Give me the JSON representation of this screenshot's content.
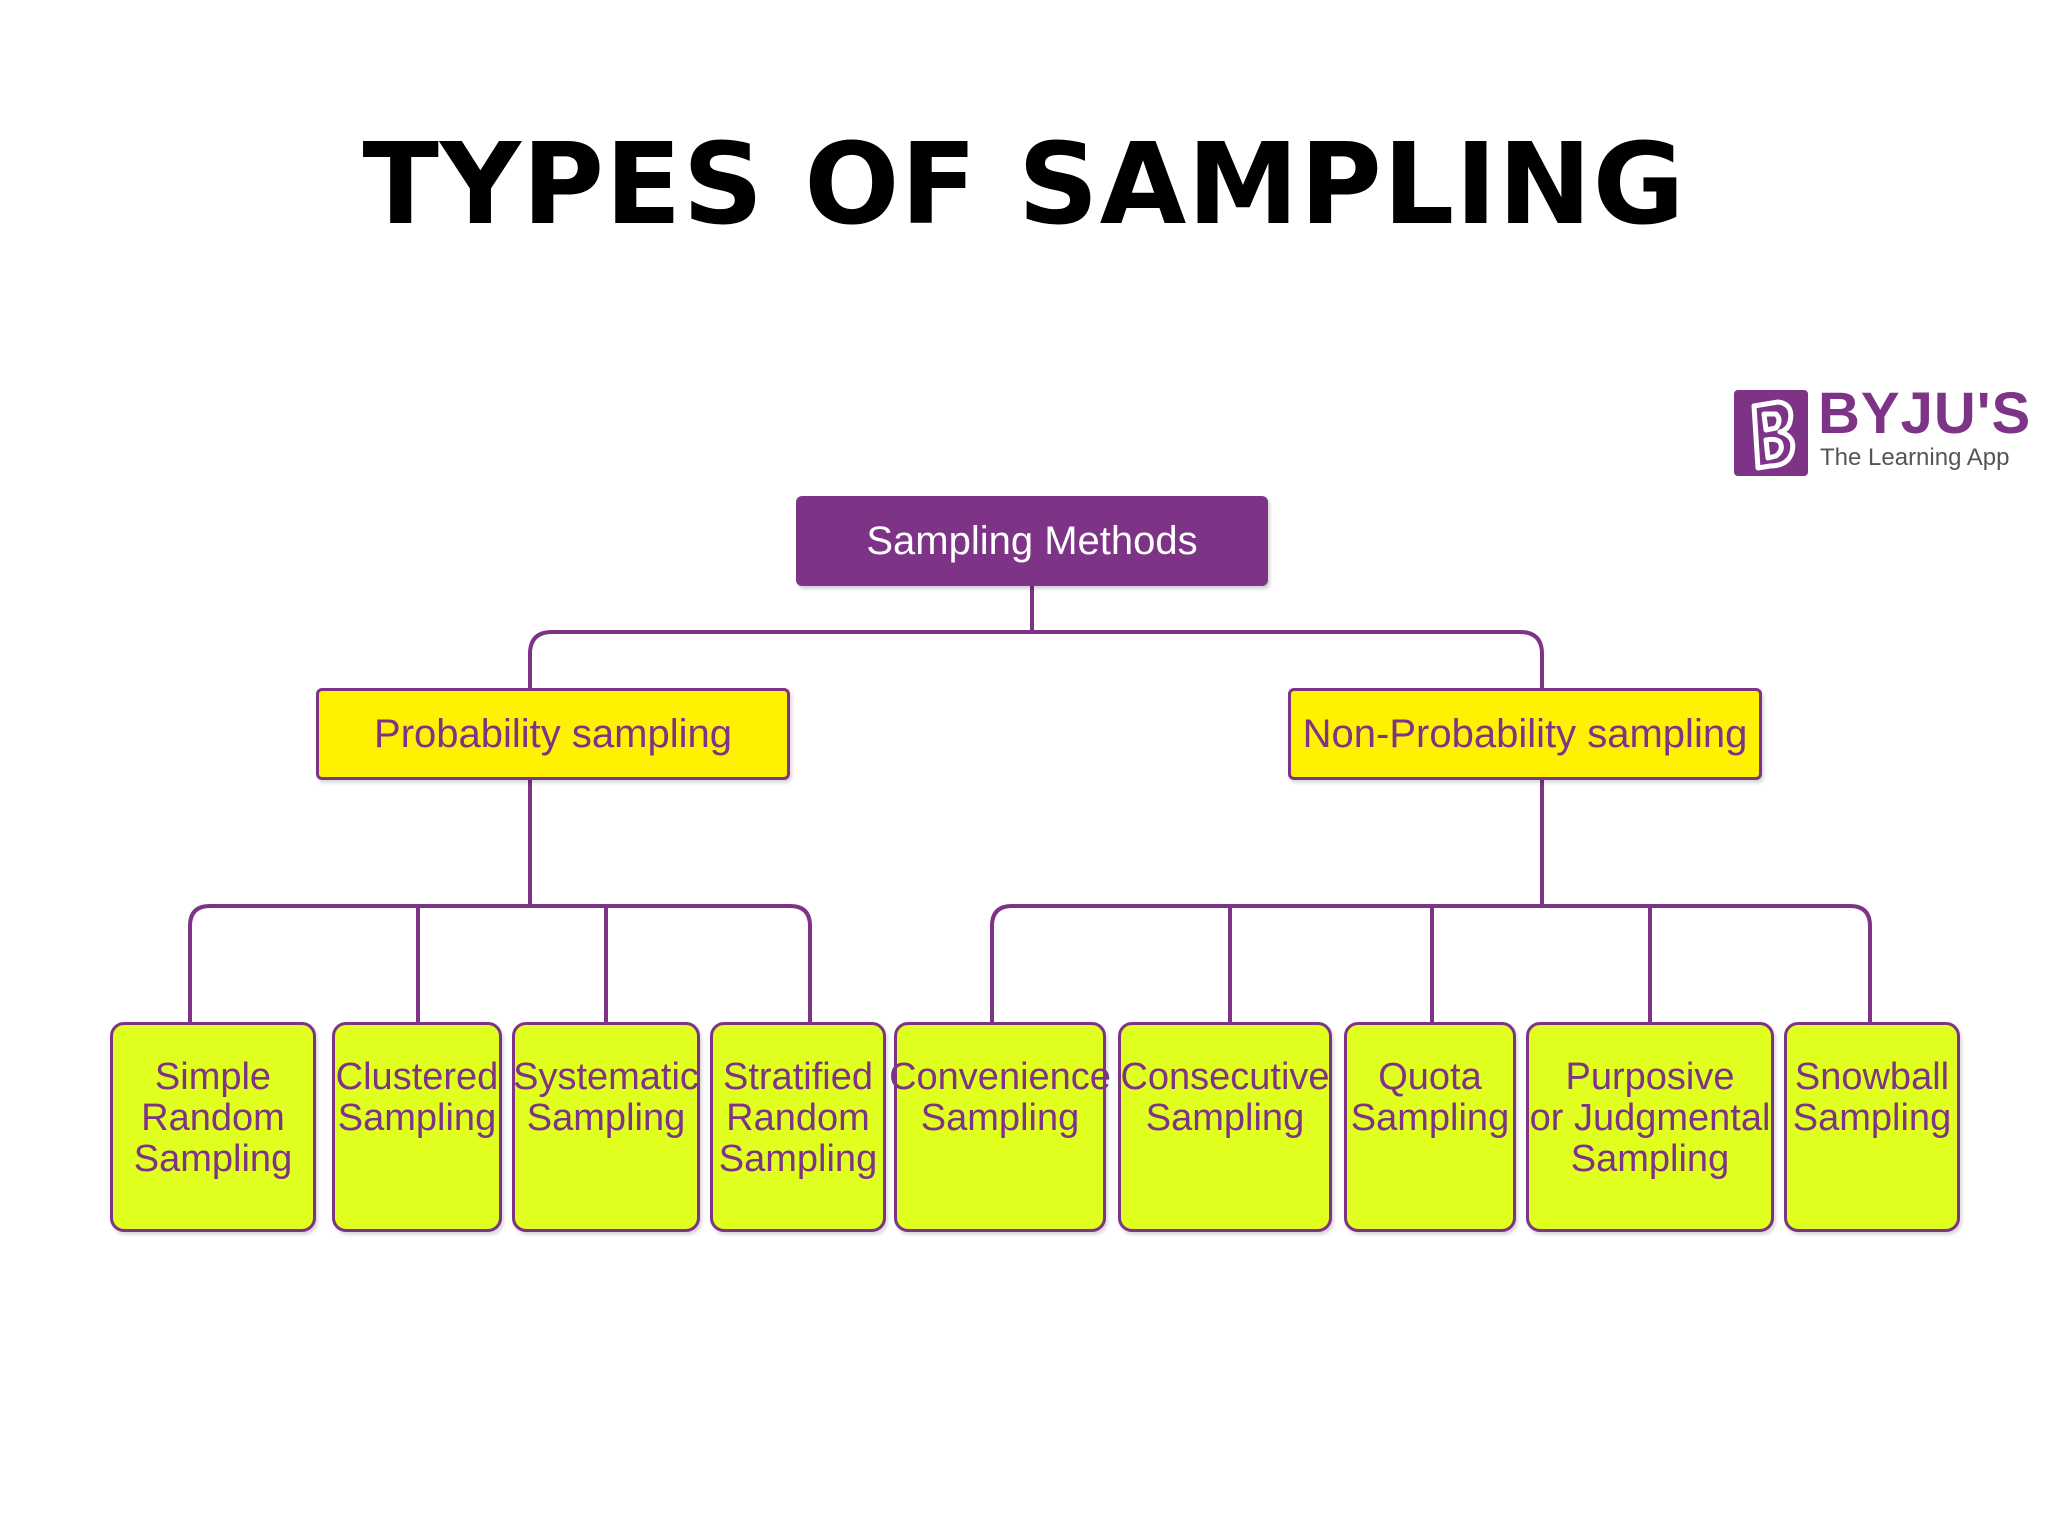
{
  "title": "TYPES OF SAMPLING",
  "logo": {
    "name": "BYJU'S",
    "tagline": "The Learning App",
    "glyph": "B",
    "color": "#7d3386"
  },
  "colors": {
    "root_fill": "#7d3386",
    "mid_fill": "#fff200",
    "leaf_fill": "#e0ff1e",
    "line": "#7d3386",
    "text_purple": "#7d3386"
  },
  "tree": {
    "root": "Sampling Methods",
    "branches": [
      {
        "label": "Probability sampling",
        "leaves": [
          "Simple\nRandom\nSampling",
          "Clustered\nSampling",
          "Systematic\nSampling",
          "Stratified\nRandom\nSampling"
        ]
      },
      {
        "label": "Non-Probability sampling",
        "leaves": [
          "Convenience\nSampling",
          "Consecutive\nSampling",
          "Quota\nSampling",
          "Purposive\nor Judgmental\nSampling",
          "Snowball\nSampling"
        ]
      }
    ]
  }
}
